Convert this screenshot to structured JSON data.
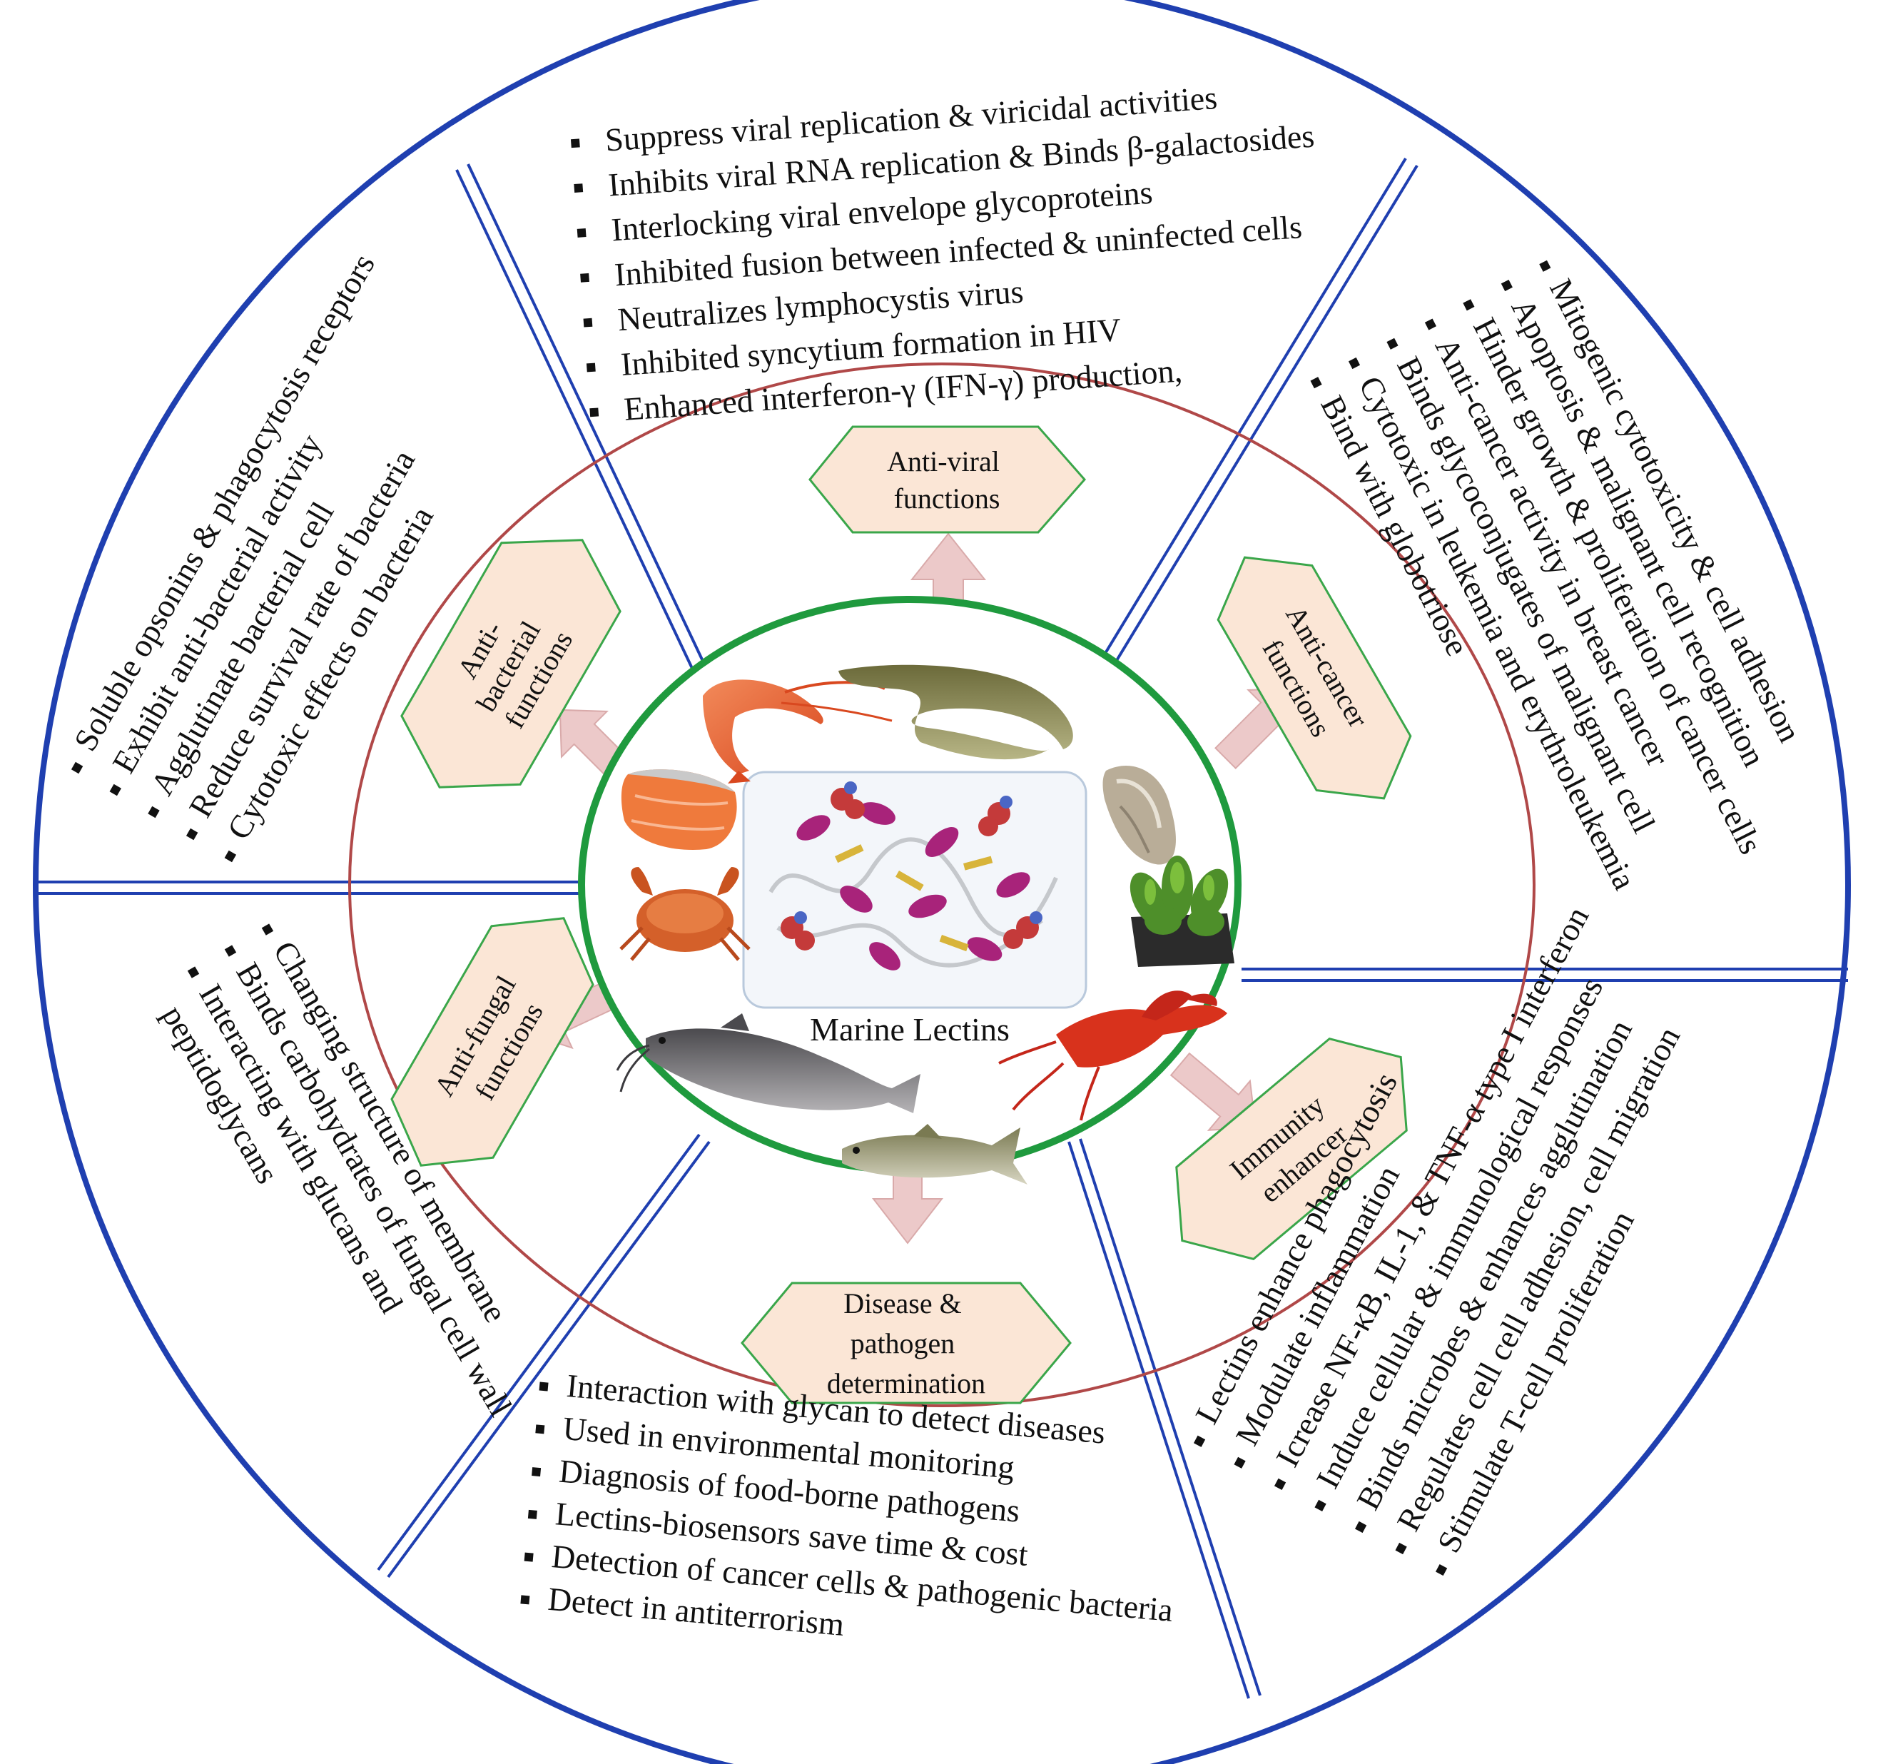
{
  "center": {
    "label": "Marine Lectins",
    "organisms": [
      "shrimp-icon",
      "eel-icon",
      "salmon-fillet-icon",
      "oyster-icon",
      "crab-icon",
      "seaweed-icon",
      "catfish-icon",
      "lobster-icon",
      "fish-icon",
      "protein-structure-icon"
    ]
  },
  "categories": {
    "antiviral": [
      "Anti-viral",
      "functions"
    ],
    "anticancer": [
      "Anti-cancer",
      "functions"
    ],
    "antibacterial": [
      "Anti-",
      "bacterial",
      "functions"
    ],
    "antifungal": [
      "Anti-fungal",
      "functions"
    ],
    "immunity": [
      "Immunity",
      "enhancer"
    ],
    "disease": [
      "Disease &",
      "pathogen",
      "determination"
    ]
  },
  "sectors": {
    "antiviral": [
      "Suppress viral replication & viricidal activities",
      "Inhibits viral RNA replication & Binds β-galactosides",
      "Interlocking viral envelope glycoproteins",
      "Inhibited  fusion between infected  & uninfected cells",
      "Neutralizes lymphocystis virus",
      "Inhibited syncytium formation in  HIV",
      "Enhanced interferon-γ (IFN-γ) production,"
    ],
    "anticancer": [
      "Mitogenic cytotoxicity & cell adhesion",
      "Apoptosis &  malignant cell recognition",
      "Hinder growth & proliferation of cancer cells",
      "Anti-cancer activity in breast cancer",
      "Binds glycoconjugates of malignant cell",
      "Cytotoxic in leukemia and erythroleukemia",
      "Bind with globotriose"
    ],
    "antibacterial": [
      "Soluble opsonins & phagocytosis receptors",
      "Exhibit anti-bacterial activity",
      "Agglutinate bacterial cell",
      "Reduce survival rate of bacteria",
      "Cytotoxic effects on  bacteria"
    ],
    "antifungal": [
      "Changing structure of membrane",
      "Binds carbohydrates of fungal cell wall",
      "Interacting with glucans and",
      "peptidoglycans"
    ],
    "immunity": [
      "Lectins  enhance phagocytosis",
      "Modulate inflammation",
      "Icrease NF-κB, IL-1, &  TNF-α type I interferon",
      "Induce cellular & immunological responses",
      "Binds microbes & enhances agglutination",
      "Regulates cell cell adhesion, cell migration",
      "Stimulate T-cell proliferation"
    ],
    "disease": [
      "Interaction with glycan to detect diseases",
      "Used  in environmental monitoring",
      "Diagnosis of food-borne pathogens",
      "Lectins-biosensors save time & cost",
      "Detection of cancer cells & pathogenic bacteria",
      "Detect in  antiterrorism"
    ]
  },
  "colors": {
    "outer_ring": "#1f3fb0",
    "middle_ring": "#b04848",
    "inner_ring": "#1f9a3e",
    "hex_fill": "#fbe6d6",
    "hex_stroke": "#3aa64a",
    "arrow": "#ecc9c9"
  }
}
